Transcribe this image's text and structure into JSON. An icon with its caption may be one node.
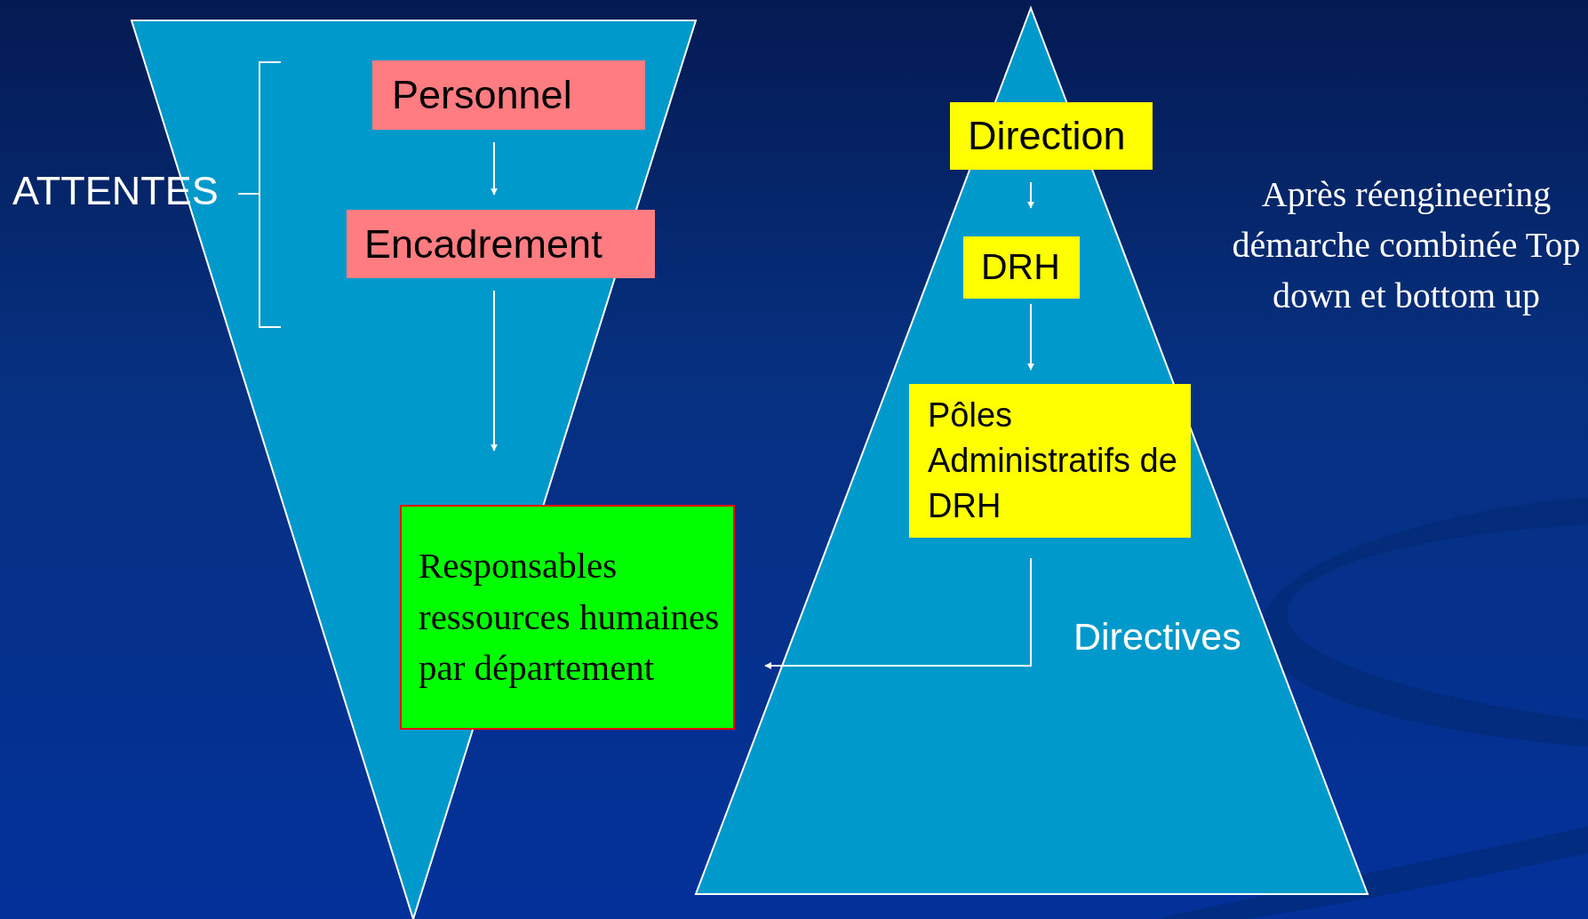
{
  "diagram": {
    "nodes": [
      {
        "text": [
          "Personnel"
        ]
      },
      {
        "text": [
          "Encadrement"
        ]
      },
      {
        "text": [
          "Responsables ressources humaines par département"
        ]
      },
      {
        "text": [
          "Direction"
        ]
      },
      {
        "text": [
          "DRH"
        ]
      },
      {
        "text": [
          "Pôles Administratifs de DRH"
        ]
      }
    ],
    "edges": [
      {
        "from": 0,
        "to": 1,
        "arrow": "to"
      },
      {
        "from": 1,
        "to": 2,
        "arrow": "to"
      },
      {
        "from": 3,
        "to": 4,
        "arrow": "to"
      },
      {
        "from": 4,
        "to": 5,
        "arrow": "to"
      },
      {
        "from": 5,
        "to": 2,
        "arrow": "to",
        "label": "Directives"
      }
    ],
    "labels": [
      "ATTENTES",
      "Après réengineering démarche combinée Top down et bottom up"
    ]
  }
}
